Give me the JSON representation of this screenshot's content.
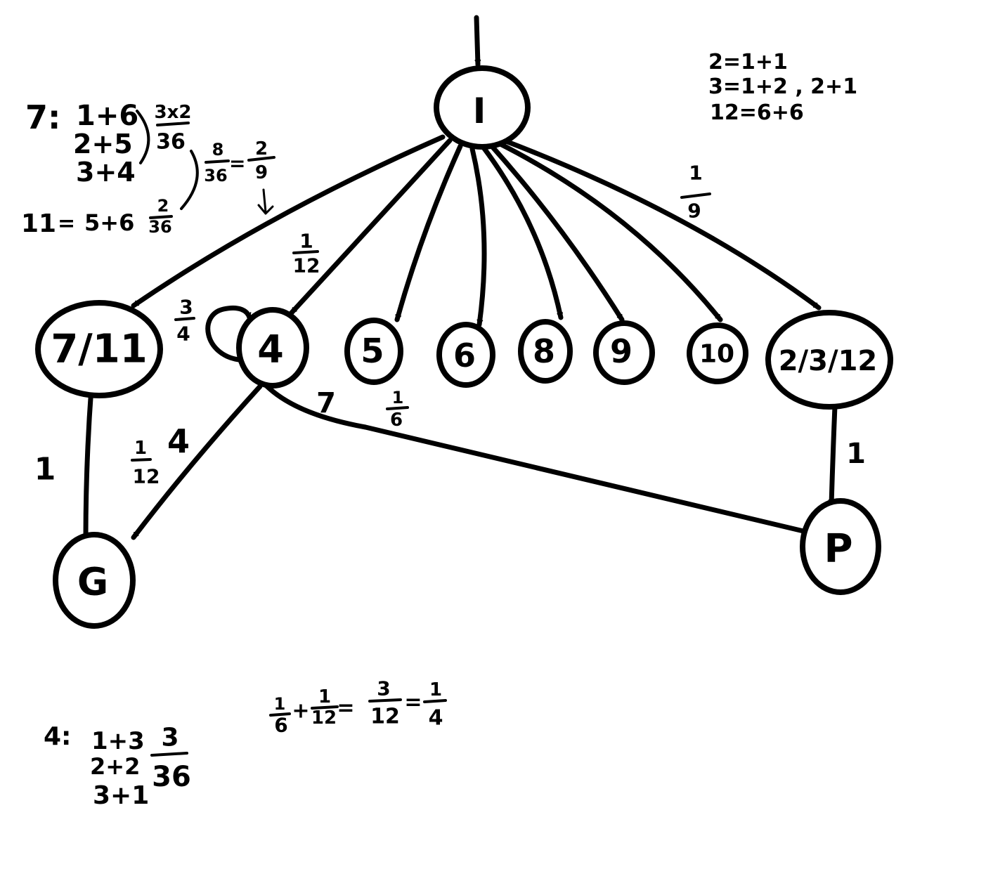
{
  "colors": {
    "ink": "#000000",
    "paper": "#ffffff"
  },
  "nodes": {
    "I": "I",
    "n711": "7/11",
    "n4": "4",
    "n5": "5",
    "n6": "6",
    "n8": "8",
    "n9": "9",
    "n10": "10",
    "n2312": "2/3/12",
    "G": "G",
    "P": "P"
  },
  "edges": {
    "I_711": {
      "num": "2",
      "den": "9"
    },
    "I_4": {
      "num": "1",
      "den": "12"
    },
    "I_2312": {
      "num": "1",
      "den": "9"
    },
    "loop_4": {
      "num": "3",
      "den": "4"
    },
    "n4_G": {
      "num": "1",
      "den": "12",
      "tag": "4"
    },
    "n4_P": {
      "num": "1",
      "den": "6",
      "tag": "7"
    },
    "n711_G": {
      "label": "1"
    },
    "n2312_P": {
      "label": "1"
    }
  },
  "notes": {
    "top_right": [
      "2=1+1",
      "3=1+2 , 2+1",
      "12=6+6"
    ],
    "seven": {
      "head": "7:",
      "lines": [
        "1+6",
        "2+5",
        "3+4"
      ],
      "num": "3x2",
      "den": "36"
    },
    "eleven": {
      "head": "11",
      "eq": "=",
      "expr": "5+6",
      "num": "2",
      "den": "36"
    },
    "combined": {
      "num": "8",
      "den": "36",
      "eq": "=",
      "rnum": "2",
      "rden": "9"
    },
    "four": {
      "head": "4:",
      "lines": [
        "1+3",
        "2+2",
        "3+1"
      ],
      "num": "3",
      "den": "36"
    },
    "sum": {
      "a_num": "1",
      "a_den": "6",
      "plus": "+",
      "b_num": "1",
      "b_den": "12",
      "eq1": "=",
      "c_num": "3",
      "c_den": "12",
      "eq2": "=",
      "d_num": "1",
      "d_den": "4"
    }
  }
}
